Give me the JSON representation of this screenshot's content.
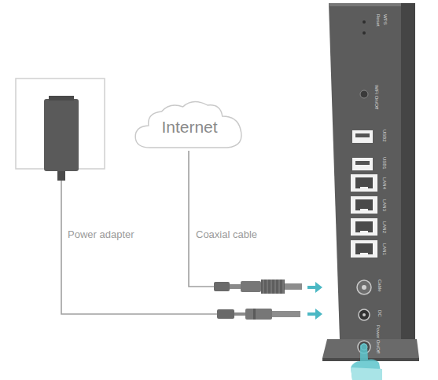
{
  "diagram": {
    "nodes": [
      {
        "text": [
          "Internet"
        ]
      }
    ],
    "labels": [
      "Power adapter",
      "Coaxial cable",
      "Reset",
      "WPS",
      "WiFi On/Off",
      "USB2",
      "USB1",
      "LAN4",
      "LAN3",
      "LAN2",
      "LAN1",
      "Cable",
      "DC",
      "Power On/Off"
    ]
  }
}
